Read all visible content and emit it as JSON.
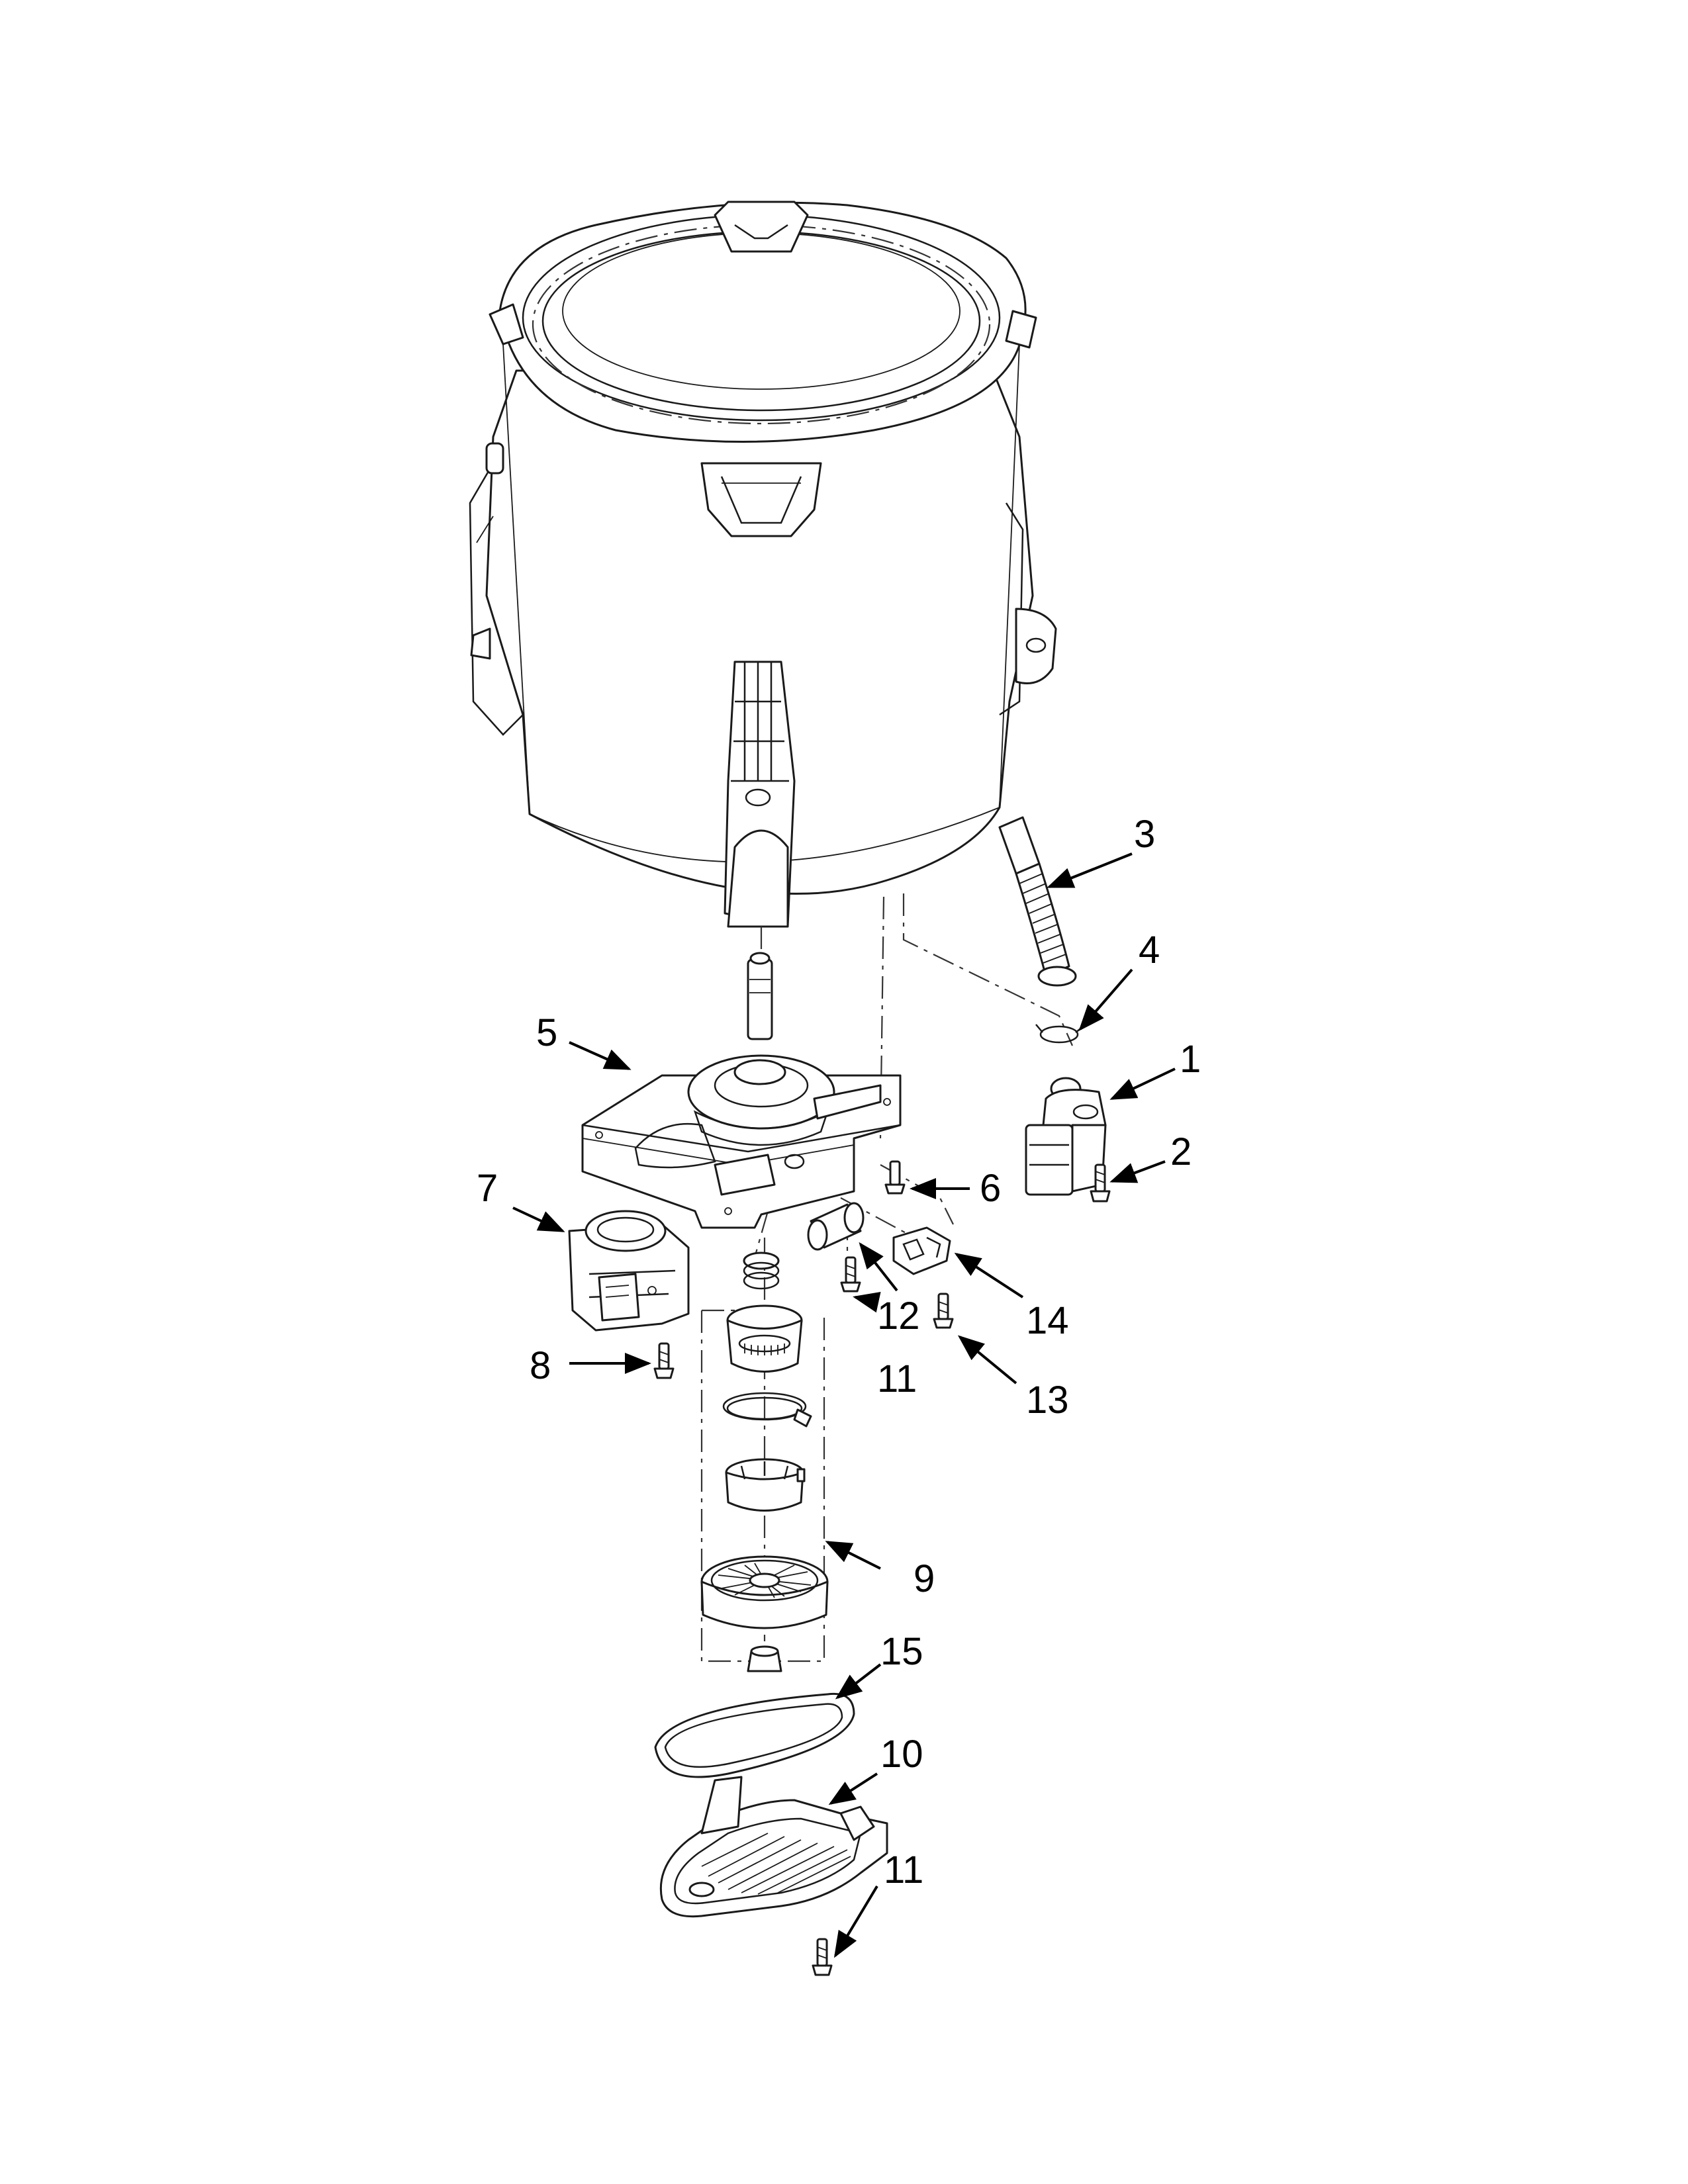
{
  "diagram": {
    "callouts": [
      {
        "id": "1",
        "label": "1",
        "part": "drain-pump"
      },
      {
        "id": "2",
        "label": "2",
        "part": "pump-screw"
      },
      {
        "id": "3",
        "label": "3",
        "part": "drain-hose"
      },
      {
        "id": "4",
        "label": "4",
        "part": "hose-clamp"
      },
      {
        "id": "5",
        "label": "5",
        "part": "gearcase-mounting-plate"
      },
      {
        "id": "6",
        "label": "6",
        "part": "plate-screw"
      },
      {
        "id": "7",
        "label": "7",
        "part": "shift-actuator"
      },
      {
        "id": "8",
        "label": "8",
        "part": "actuator-screw"
      },
      {
        "id": "9",
        "label": "9",
        "part": "clutch-pulley-assembly"
      },
      {
        "id": "10",
        "label": "10",
        "part": "motor-bracket"
      },
      {
        "id": "11a",
        "label": "11",
        "part": "screw-upper"
      },
      {
        "id": "11b",
        "label": "11",
        "part": "screw-lower"
      },
      {
        "id": "12",
        "label": "12",
        "part": "capacitor"
      },
      {
        "id": "13",
        "label": "13",
        "part": "switch-screw"
      },
      {
        "id": "14",
        "label": "14",
        "part": "switch"
      },
      {
        "id": "15",
        "label": "15",
        "part": "drive-belt"
      }
    ]
  }
}
